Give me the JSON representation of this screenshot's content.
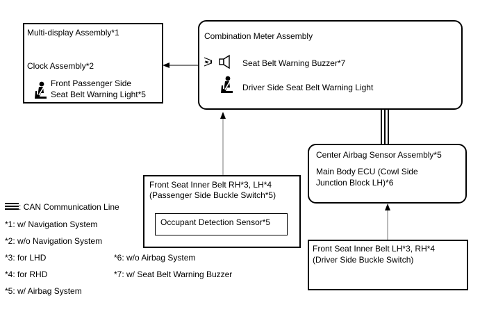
{
  "boxes": {
    "multi_display": {
      "title": "Multi-display Assembly*1",
      "clock": "Clock Assembly*2",
      "light_line1": "Front Passenger Side",
      "light_line2": "Seat Belt Warning Light*5",
      "light_icon": "seat-belt-warning-icon"
    },
    "combination_meter": {
      "title": "Combination Meter Assembly",
      "buzzer": "Seat Belt Warning Buzzer*7",
      "buzzer_icon": "speaker-buzzer-icon",
      "driver_light": "Driver Side Seat Belt Warning Light",
      "driver_light_icon": "seat-belt-warning-icon"
    },
    "center_airbag": {
      "title": "Center Airbag Sensor Assembly*5",
      "main_line1": "Main Body ECU (Cowl Side",
      "main_line2": "Junction Block LH)*6"
    },
    "front_seat_passenger": {
      "line1": "Front Seat Inner Belt RH*3, LH*4",
      "line2": "(Passenger Side Buckle Switch*5)",
      "occupant": "Occupant Detection Sensor*5"
    },
    "front_seat_driver": {
      "line1": "Front Seat Inner Belt LH*3, RH*4",
      "line2": "(Driver Side Buckle Switch)"
    }
  },
  "legend": {
    "can_line": ": CAN Communication Line",
    "notes": [
      "*1: w/ Navigation System",
      "*2: w/o Navigation System",
      "*3: for LHD",
      "*4: for RHD",
      "*5: w/ Airbag System",
      "*6: w/o Airbag System",
      "*7: w/ Seat Belt Warning Buzzer"
    ]
  }
}
